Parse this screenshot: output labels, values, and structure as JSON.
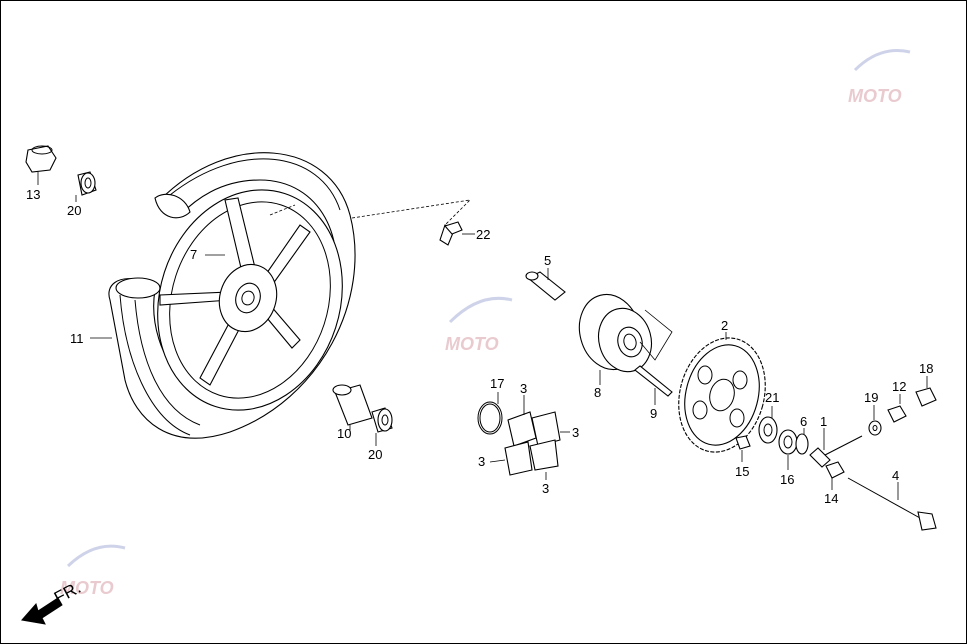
{
  "diagram": {
    "type": "exploded-parts-diagram",
    "labels": {
      "n1": "1",
      "n2": "2",
      "n3a": "3",
      "n3b": "3",
      "n3c": "3",
      "n3d": "3",
      "n4": "4",
      "n5": "5",
      "n6": "6",
      "n7": "7",
      "n8": "8",
      "n9": "9",
      "n10": "10",
      "n11": "11",
      "n12": "12",
      "n13": "13",
      "n14": "14",
      "n15": "15",
      "n16": "16",
      "n17": "17",
      "n18": "18",
      "n19": "19",
      "n20a": "20",
      "n20b": "20",
      "n21": "21",
      "n22": "22"
    },
    "direction_label": "FR.",
    "watermark": {
      "text": "MOTO",
      "colors": [
        "#d8a0a8",
        "#a8b0d8"
      ]
    }
  }
}
